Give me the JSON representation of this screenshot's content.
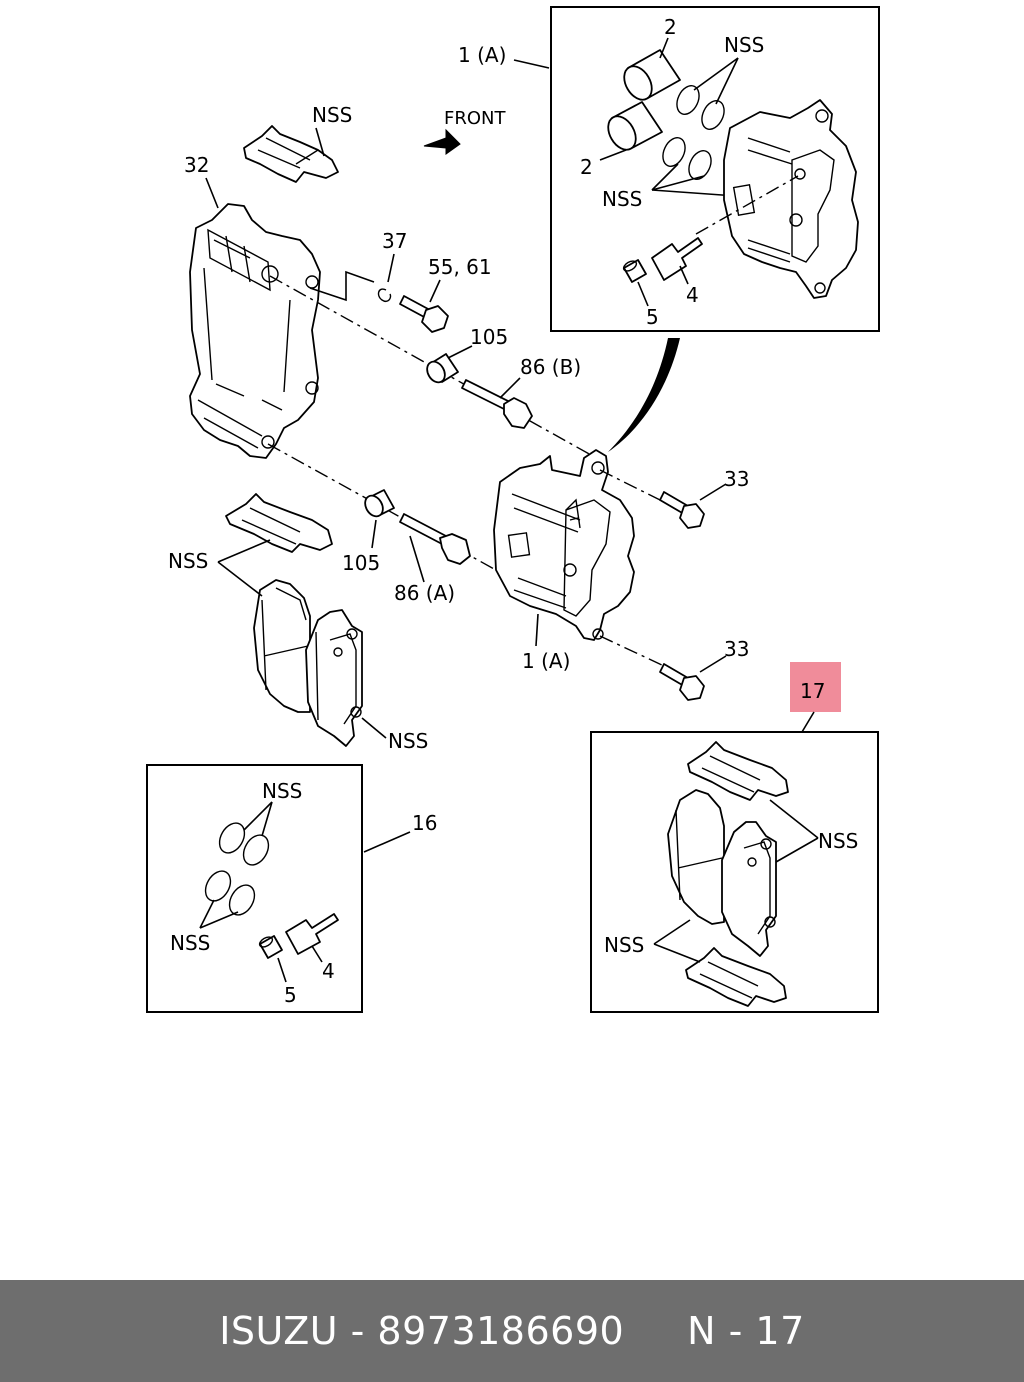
{
  "diagram": {
    "direction_label": "FRONT",
    "labels": {
      "box_top_ref": "1 (A)",
      "piston_top": "2",
      "piston_bottom": "2",
      "seals_top": "NSS",
      "seals_bottom": "NSS",
      "bleeder_box": "4",
      "cap_box": "5",
      "clip_top": "NSS",
      "bracket": "32",
      "ring": "37",
      "bolt_bracket": "55, 61",
      "boot_upper": "105",
      "pin_upper": "86 (B)",
      "boot_lower": "105",
      "pin_lower": "86 (A)",
      "bolt_upper": "33",
      "bolt_lower": "33",
      "caliper": "1 (A)",
      "clip_left": "NSS",
      "shim_left": "NSS",
      "kit16_ref": "16",
      "kit16_seals_top": "NSS",
      "kit16_seals_bottom": "NSS",
      "kit16_bleeder": "4",
      "kit16_cap": "5",
      "kit17_ref": "17",
      "kit17_clip_top": "NSS",
      "kit17_clip_bottom": "NSS"
    },
    "highlight_color": "#f08c9a"
  },
  "footer": {
    "brand": "ISUZU",
    "separator1": " - ",
    "part_number": "8973186690",
    "gap": "     ",
    "section": "N",
    "separator2": " - ",
    "page": "17"
  }
}
